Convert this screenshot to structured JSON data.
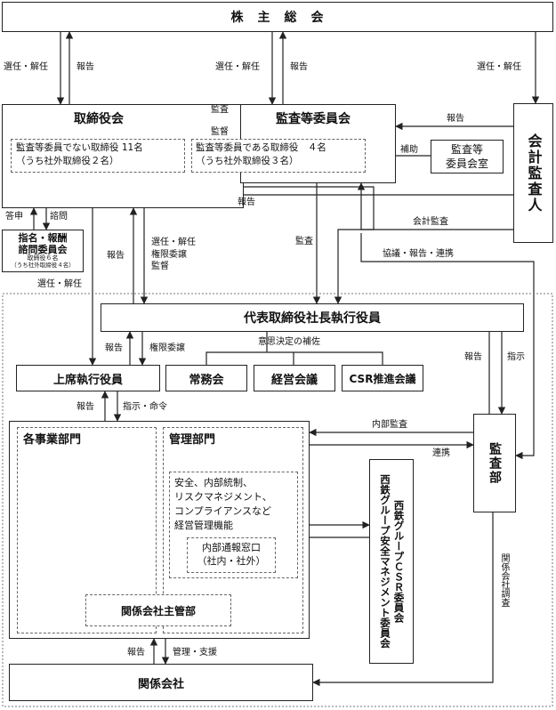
{
  "nodes": {
    "shareholders": "株　主　総　会",
    "board": "取締役会",
    "board_non_audit": "監査等委員でない取締役 11名",
    "board_non_audit_sub": "（うち社外取締役２名）",
    "audit_committee": "監査等委員会",
    "audit_members": "監査等委員である取締役　４名",
    "audit_members_sub": "（うち社外取締役３名）",
    "audit_office": "監査等\n委員会室",
    "accounting_auditor": "会計監査人",
    "nomination_committee": "指名・報酬\n諮問委員会",
    "nomination_note1": "取締役６名",
    "nomination_note2": "（うち社外取締役４名）",
    "ceo": "代表取締役社長執行役員",
    "senior_officers": "上席執行役員",
    "managing_meeting": "常務会",
    "management_meeting": "経営会議",
    "csr_meeting": "CSR推進会議",
    "audit_dept": "監査部",
    "business_depts": "各事業部門",
    "admin_dept": "管理部門",
    "mgmt_functions": "安全、内部統制、\nリスクマネジメント、\nコンプライアンスなど\n経営管理機能",
    "whistleblower": "内部通報窓口\n（社内・社外）",
    "affiliate_mgmt": "関係会社主管部",
    "group_committees": "西鉄グループＣＳＲ委員会\n西鉄グループ安全マネジメント委員会",
    "affiliates": "関係会社"
  },
  "labels": {
    "elect_dismiss_1": "選任・解任",
    "report_1": "報告",
    "elect_dismiss_2": "選任・解任",
    "report_2": "報告",
    "elect_dismiss_3": "選任・解任",
    "audit_1": "監査",
    "supervise_1": "監督",
    "report_3": "報告",
    "assist": "補助",
    "report_4": "報告",
    "account_audit": "会計監査",
    "consult_report_link": "協議・報告・連携",
    "reply": "答申",
    "inquire": "諮問",
    "elect_dismiss_4": "選任・解任",
    "report_5": "報告",
    "elect_delegate_supervise": "選任・解任\n権限委譲\n監督",
    "audit_2": "監査",
    "decision_support": "意思決定の補佐",
    "report_6": "報告",
    "delegate": "権限委譲",
    "report_7": "報告",
    "instruct": "指示",
    "report_8": "報告",
    "instruct_order": "指示・命令",
    "internal_audit": "内部監査",
    "link": "連携",
    "affiliate_survey": "関係会社調査",
    "report_9": "報告",
    "manage_support": "管理・支援"
  }
}
